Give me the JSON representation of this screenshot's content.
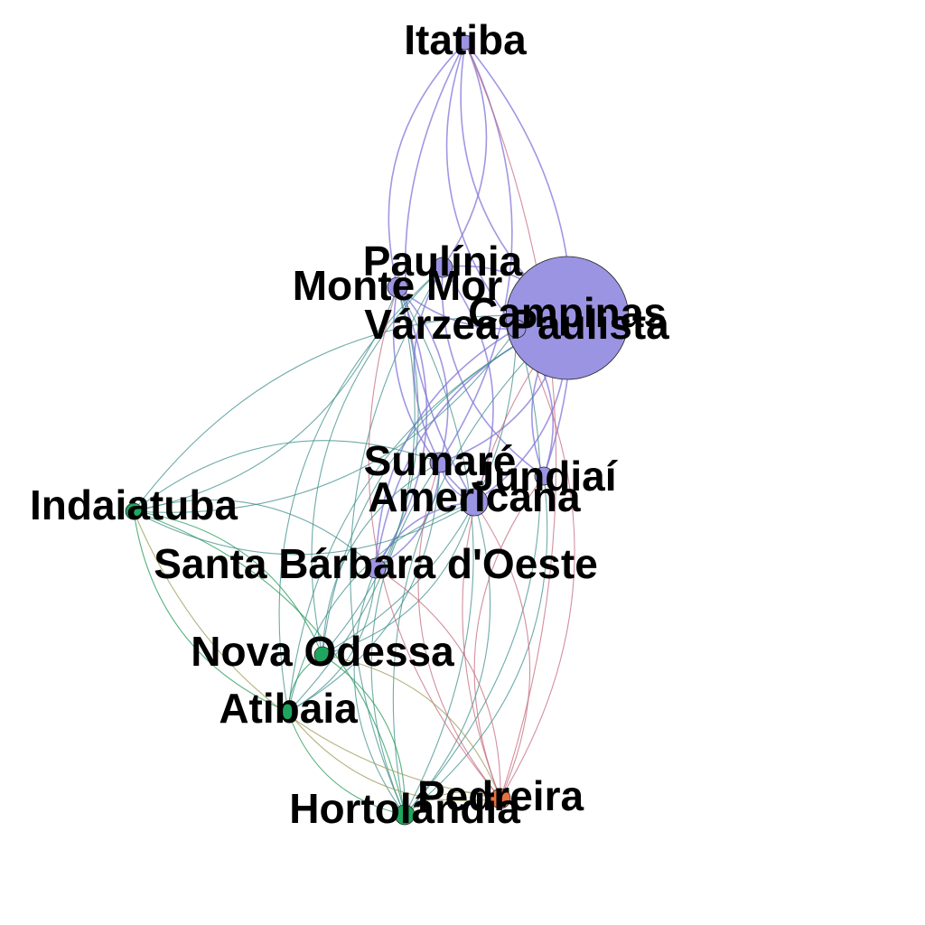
{
  "colors": {
    "purple": "#9b94e2",
    "green": "#1fa55f",
    "orange": "#e8703c",
    "edge_purple": "#8076d8",
    "edge_teal": "#3f8f8c",
    "edge_green": "#1f9a55",
    "edge_red": "#c46a7e",
    "edge_olive": "#9c9a55"
  },
  "nodes": [
    {
      "id": "itatiba",
      "label": "Itatiba",
      "group": "purple"
    },
    {
      "id": "paulinia",
      "label": "Paulínia",
      "group": "purple"
    },
    {
      "id": "monte-mor",
      "label": "Monte Mor",
      "group": "purple"
    },
    {
      "id": "campinas",
      "label": "Campinas",
      "group": "purple"
    },
    {
      "id": "varzea-paulista",
      "label": "Várzea Paulista",
      "group": "purple"
    },
    {
      "id": "sumare",
      "label": "Sumaré",
      "group": "purple"
    },
    {
      "id": "jundiai",
      "label": "Jundiaí",
      "group": "purple"
    },
    {
      "id": "americana",
      "label": "Americana",
      "group": "purple"
    },
    {
      "id": "indaiatuba",
      "label": "Indaiatuba",
      "group": "green"
    },
    {
      "id": "santa-barbara",
      "label": "Santa Bárbara d'Oeste",
      "group": "purple"
    },
    {
      "id": "nova-odessa",
      "label": "Nova Odessa",
      "group": "green"
    },
    {
      "id": "atibaia",
      "label": "Atibaia",
      "group": "green"
    },
    {
      "id": "hortolandia",
      "label": "Hortolândia",
      "group": "green"
    },
    {
      "id": "pedreira",
      "label": "Pedreira",
      "group": "orange"
    }
  ],
  "edges": [
    [
      "itatiba",
      "campinas",
      "edge_purple"
    ],
    [
      "itatiba",
      "paulinia",
      "edge_purple"
    ],
    [
      "itatiba",
      "monte-mor",
      "edge_purple"
    ],
    [
      "itatiba",
      "sumare",
      "edge_purple"
    ],
    [
      "itatiba",
      "varzea-paulista",
      "edge_purple"
    ],
    [
      "itatiba",
      "jundiai",
      "edge_purple"
    ],
    [
      "itatiba",
      "americana",
      "edge_purple"
    ],
    [
      "paulinia",
      "campinas",
      "edge_purple"
    ],
    [
      "monte-mor",
      "campinas",
      "edge_purple"
    ],
    [
      "varzea-paulista",
      "campinas",
      "edge_purple"
    ],
    [
      "sumare",
      "campinas",
      "edge_purple"
    ],
    [
      "jundiai",
      "campinas",
      "edge_purple"
    ],
    [
      "americana",
      "campinas",
      "edge_purple"
    ],
    [
      "santa-barbara",
      "campinas",
      "edge_purple"
    ],
    [
      "paulinia",
      "sumare",
      "edge_purple"
    ],
    [
      "monte-mor",
      "sumare",
      "edge_purple"
    ],
    [
      "monte-mor",
      "americana",
      "edge_purple"
    ],
    [
      "paulinia",
      "americana",
      "edge_purple"
    ],
    [
      "sumare",
      "americana",
      "edge_purple"
    ],
    [
      "santa-barbara",
      "americana",
      "edge_purple"
    ],
    [
      "santa-barbara",
      "sumare",
      "edge_purple"
    ],
    [
      "monte-mor",
      "santa-barbara",
      "edge_purple"
    ],
    [
      "paulinia",
      "jundiai",
      "edge_purple"
    ],
    [
      "varzea-paulista",
      "jundiai",
      "edge_purple"
    ],
    [
      "varzea-paulista",
      "santa-barbara",
      "edge_purple"
    ],
    [
      "indaiatuba",
      "campinas",
      "edge_teal"
    ],
    [
      "indaiatuba",
      "monte-mor",
      "edge_teal"
    ],
    [
      "indaiatuba",
      "sumare",
      "edge_teal"
    ],
    [
      "indaiatuba",
      "americana",
      "edge_teal"
    ],
    [
      "indaiatuba",
      "santa-barbara",
      "edge_teal"
    ],
    [
      "indaiatuba",
      "varzea-paulista",
      "edge_teal"
    ],
    [
      "nova-odessa",
      "campinas",
      "edge_teal"
    ],
    [
      "nova-odessa",
      "monte-mor",
      "edge_teal"
    ],
    [
      "nova-odessa",
      "sumare",
      "edge_teal"
    ],
    [
      "nova-odessa",
      "americana",
      "edge_teal"
    ],
    [
      "nova-odessa",
      "paulinia",
      "edge_teal"
    ],
    [
      "nova-odessa",
      "varzea-paulista",
      "edge_teal"
    ],
    [
      "atibaia",
      "campinas",
      "edge_teal"
    ],
    [
      "atibaia",
      "monte-mor",
      "edge_teal"
    ],
    [
      "atibaia",
      "paulinia",
      "edge_teal"
    ],
    [
      "atibaia",
      "sumare",
      "edge_teal"
    ],
    [
      "atibaia",
      "americana",
      "edge_teal"
    ],
    [
      "atibaia",
      "santa-barbara",
      "edge_teal"
    ],
    [
      "hortolandia",
      "campinas",
      "edge_teal"
    ],
    [
      "hortolandia",
      "monte-mor",
      "edge_teal"
    ],
    [
      "hortolandia",
      "sumare",
      "edge_teal"
    ],
    [
      "hortolandia",
      "americana",
      "edge_teal"
    ],
    [
      "hortolandia",
      "paulinia",
      "edge_teal"
    ],
    [
      "hortolandia",
      "jundiai",
      "edge_teal"
    ],
    [
      "hortolandia",
      "santa-barbara",
      "edge_teal"
    ],
    [
      "hortolandia",
      "varzea-paulista",
      "edge_teal"
    ],
    [
      "indaiatuba",
      "hortolandia",
      "edge_green"
    ],
    [
      "indaiatuba",
      "atibaia",
      "edge_green"
    ],
    [
      "nova-odessa",
      "hortolandia",
      "edge_green"
    ],
    [
      "atibaia",
      "hortolandia",
      "edge_green"
    ],
    [
      "indaiatuba",
      "nova-odessa",
      "edge_green"
    ],
    [
      "nova-odessa",
      "atibaia",
      "edge_green"
    ],
    [
      "pedreira",
      "campinas",
      "edge_red"
    ],
    [
      "pedreira",
      "americana",
      "edge_red"
    ],
    [
      "pedreira",
      "sumare",
      "edge_red"
    ],
    [
      "pedreira",
      "santa-barbara",
      "edge_red"
    ],
    [
      "pedreira",
      "jundiai",
      "edge_red"
    ],
    [
      "pedreira",
      "varzea-paulista",
      "edge_red"
    ],
    [
      "pedreira",
      "monte-mor",
      "edge_red"
    ],
    [
      "pedreira",
      "itatiba",
      "edge_red"
    ],
    [
      "pedreira",
      "indaiatuba",
      "edge_olive"
    ],
    [
      "pedreira",
      "nova-odessa",
      "edge_olive"
    ],
    [
      "pedreira",
      "atibaia",
      "edge_olive"
    ],
    [
      "pedreira",
      "hortolandia",
      "edge_olive"
    ]
  ]
}
